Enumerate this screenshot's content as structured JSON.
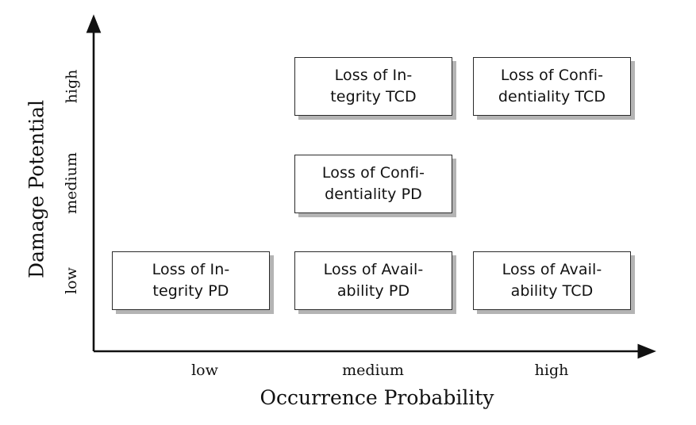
{
  "chart_data": {
    "type": "table",
    "title": "",
    "xlabel": "Occurrence Probability",
    "ylabel": "Damage Potential",
    "x_categories": [
      "low",
      "medium",
      "high"
    ],
    "y_categories": [
      "low",
      "medium",
      "high"
    ],
    "grid": false,
    "legend": "none",
    "axis_style": "arrow",
    "cells": [
      {
        "x": "medium",
        "y": "high",
        "label": "Loss of In-\ntegrity TCD",
        "asset": "TCD",
        "risk": "Loss of Integrity"
      },
      {
        "x": "high",
        "y": "high",
        "label": "Loss of Confi-\ndentiality TCD",
        "asset": "TCD",
        "risk": "Loss of Confidentiality"
      },
      {
        "x": "medium",
        "y": "medium",
        "label": "Loss of Confi-\ndentiality PD",
        "asset": "PD",
        "risk": "Loss of Confidentiality"
      },
      {
        "x": "low",
        "y": "low",
        "label": "Loss of In-\ntegrity PD",
        "asset": "PD",
        "risk": "Loss of Integrity"
      },
      {
        "x": "medium",
        "y": "low",
        "label": "Loss of Avail-\nability PD",
        "asset": "PD",
        "risk": "Loss of Availability"
      },
      {
        "x": "high",
        "y": "low",
        "label": "Loss of Avail-\nability TCD",
        "asset": "TCD",
        "risk": "Loss of Availability"
      }
    ]
  },
  "axes": {
    "x": {
      "title": "Occurrence Probability",
      "ticks": {
        "low": "low",
        "medium": "medium",
        "high": "high"
      }
    },
    "y": {
      "title": "Damage Potential",
      "ticks": {
        "low": "low",
        "medium": "medium",
        "high": "high"
      }
    }
  },
  "boxes": {
    "integrity_tcd": "Loss of In-\ntegrity TCD",
    "confidentiality_tcd": "Loss of Confi-\ndentiality TCD",
    "confidentiality_pd": "Loss of Confi-\ndentiality PD",
    "integrity_pd": "Loss of In-\ntegrity PD",
    "availability_pd": "Loss of Avail-\nability PD",
    "availability_tcd": "Loss of Avail-\nability TCD"
  },
  "colors": {
    "background": "#ffffff",
    "axis": "#111111",
    "box_border": "#2a2a2a",
    "box_fill": "#ffffff",
    "box_shadow": "#b4b4b4",
    "text": "#111111"
  }
}
